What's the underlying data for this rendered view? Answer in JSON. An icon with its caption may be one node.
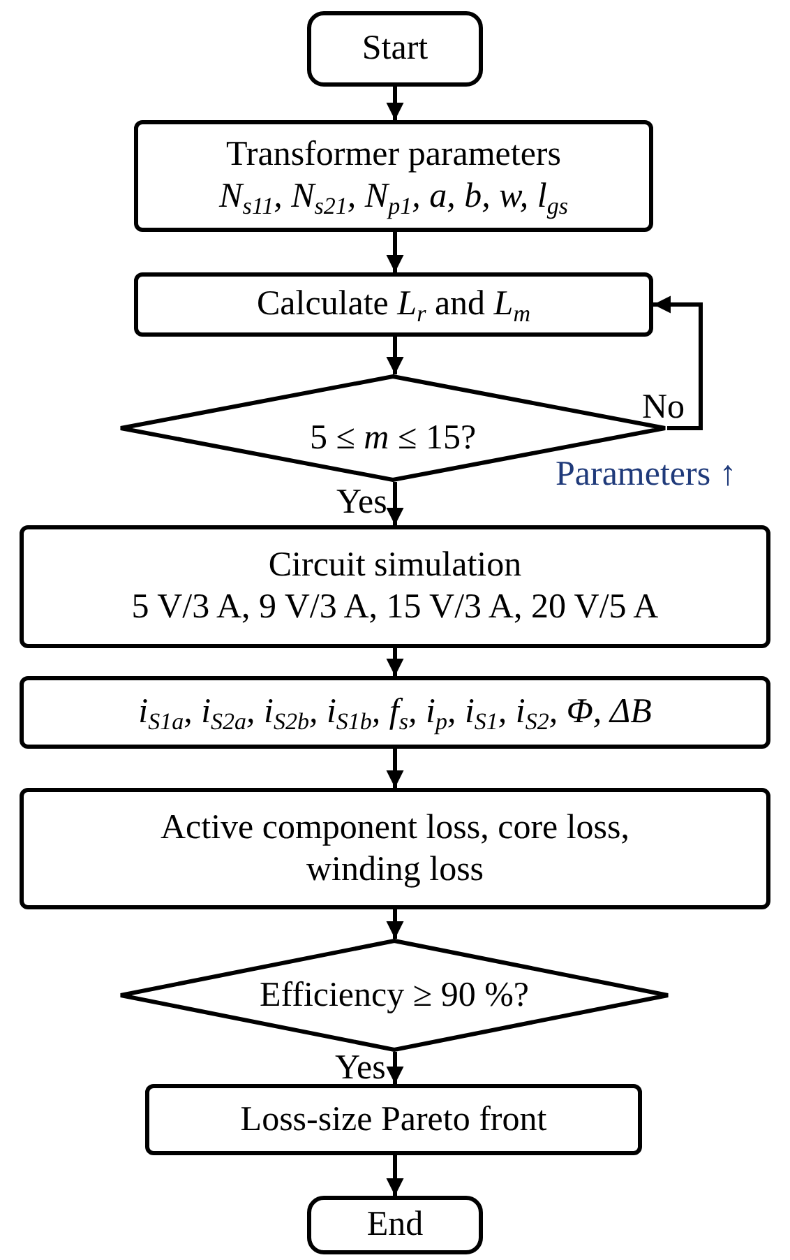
{
  "diagram": {
    "nodes": [
      {
        "text": [
          "Start"
        ]
      },
      {
        "text": [
          "Transformer parameters",
          "N$_{s11}$, N$_{s21}$, N$_{p1}$, a, b, w, l$_{gs}$"
        ]
      },
      {
        "text": [
          "Calculate *L*$_{r}$ and *L*$_{m}$"
        ]
      },
      {
        "text": [
          "5 ≤ *m* ≤ 15?"
        ]
      },
      {
        "text": [
          "Circuit simulation",
          "5 V/3 A, 9 V/3 A, 15 V/3 A, 20 V/5 A"
        ]
      },
      {
        "text": [
          "i$_{S1a}$, i$_{S2a}$, i$_{S2b}$, i$_{S1b}$, f$_{s}$, i$_{p}$, i$_{S1}$, i$_{S2}$, Φ, ΔB"
        ]
      },
      {
        "text": [
          "Active component loss, core loss, winding loss"
        ]
      },
      {
        "text": [
          "Efficiency ≥ 90 %?"
        ]
      },
      {
        "text": [
          "Loss-size Pareto front"
        ]
      },
      {
        "text": [
          "End"
        ]
      }
    ],
    "edges": [
      {
        "from": 0,
        "to": 1,
        "arrow": "to"
      },
      {
        "from": 1,
        "to": 2,
        "arrow": "to"
      },
      {
        "from": 2,
        "to": 3,
        "arrow": "to"
      },
      {
        "from": 3,
        "to": 4,
        "arrow": "to",
        "label": "Yes"
      },
      {
        "from": 3,
        "to": 2,
        "arrow": "to",
        "label": "No"
      },
      {
        "from": 4,
        "to": 5,
        "arrow": "to"
      },
      {
        "from": 5,
        "to": 6,
        "arrow": "to"
      },
      {
        "from": 6,
        "to": 7,
        "arrow": "to"
      },
      {
        "from": 7,
        "to": 8,
        "arrow": "to",
        "label": "Yes"
      },
      {
        "from": 8,
        "to": 9,
        "arrow": "to"
      }
    ],
    "labels": [
      "Parameters ↑"
    ]
  }
}
